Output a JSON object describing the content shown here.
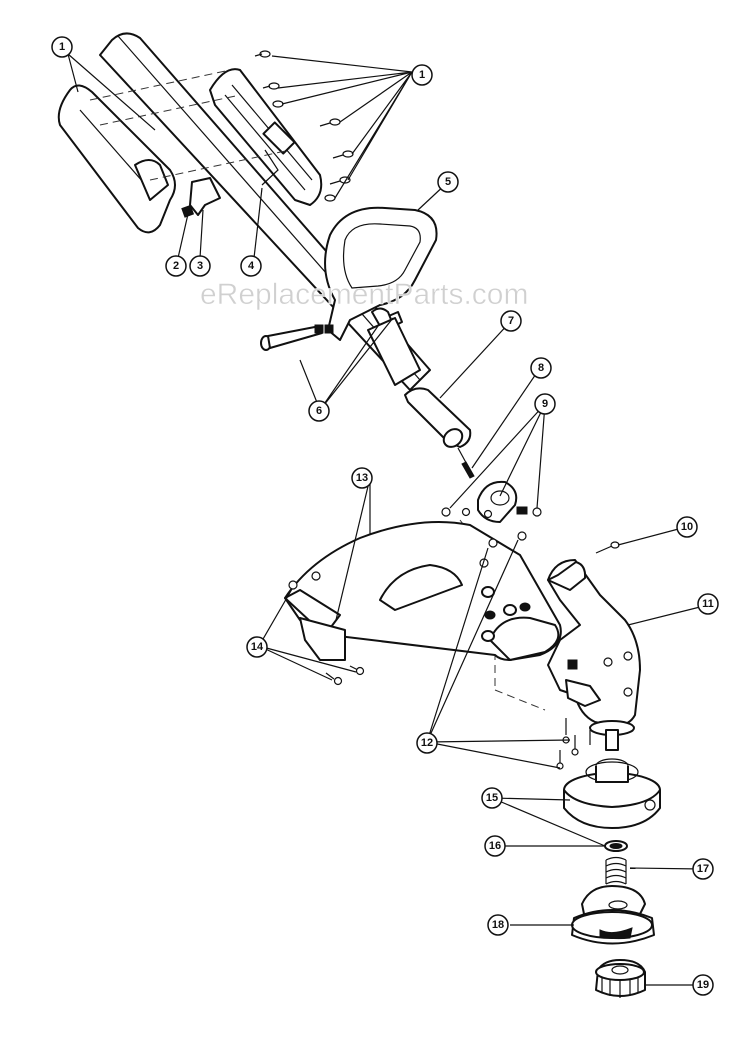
{
  "watermark": "eReplacementParts.com",
  "callouts": {
    "c1a": "1",
    "c1b": "1",
    "c2": "2",
    "c3": "3",
    "c4": "4",
    "c5": "5",
    "c6": "6",
    "c7": "7",
    "c8": "8",
    "c9": "9",
    "c10": "10",
    "c11": "11",
    "c12": "12",
    "c13": "13",
    "c14": "14",
    "c15": "15",
    "c16": "16",
    "c17": "17",
    "c18": "18",
    "c19": "19"
  }
}
